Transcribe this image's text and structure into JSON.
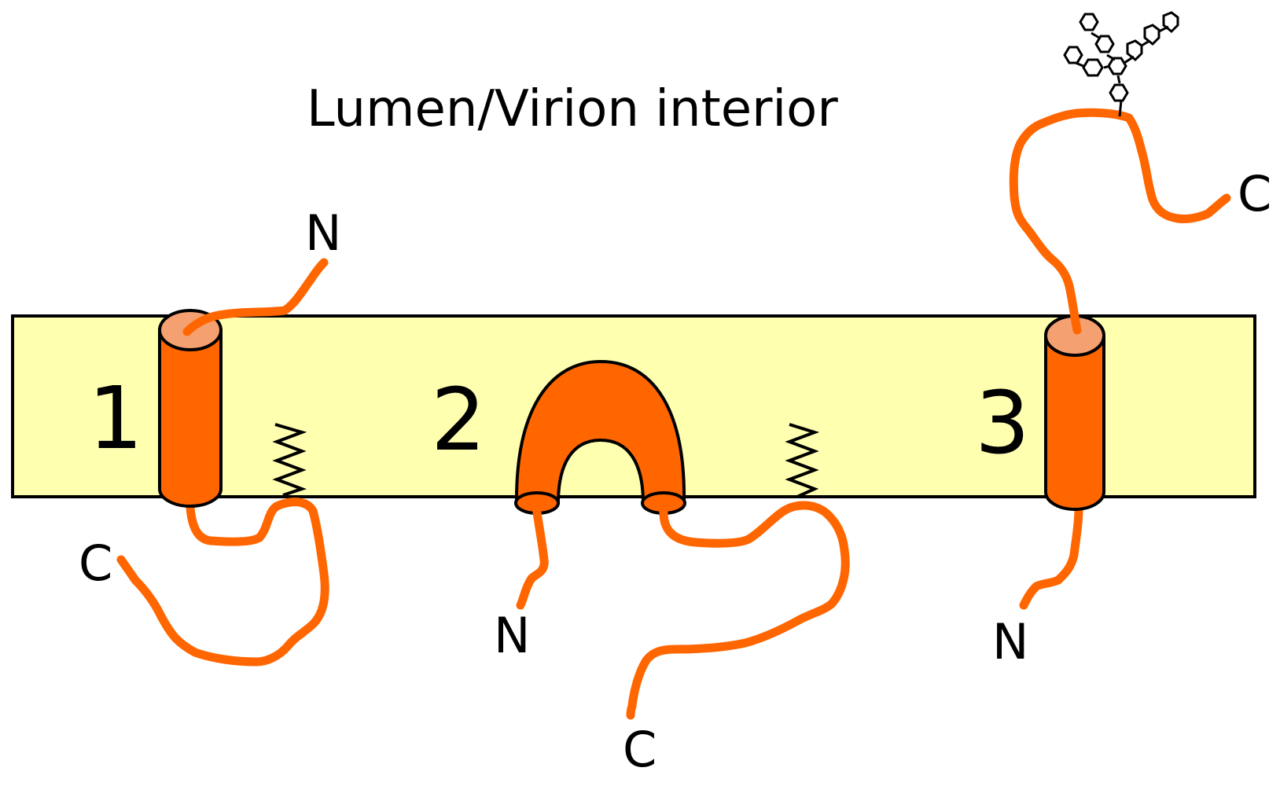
{
  "title": "Lumen/Virion interior",
  "topologies": [
    {
      "number": "1",
      "n_label": "N",
      "c_label": "C"
    },
    {
      "number": "2",
      "n_label": "N",
      "c_label": "C"
    },
    {
      "number": "3",
      "n_label": "N",
      "c_label": "C"
    }
  ],
  "colors": {
    "membrane": "#ffffb0",
    "protein": "#ff6600",
    "helix_top": "#f5a070",
    "outline": "#000000"
  },
  "icons": {
    "lipid_anchor": "zigzag-anchor-icon",
    "glycan": "glycan-tree-icon"
  }
}
